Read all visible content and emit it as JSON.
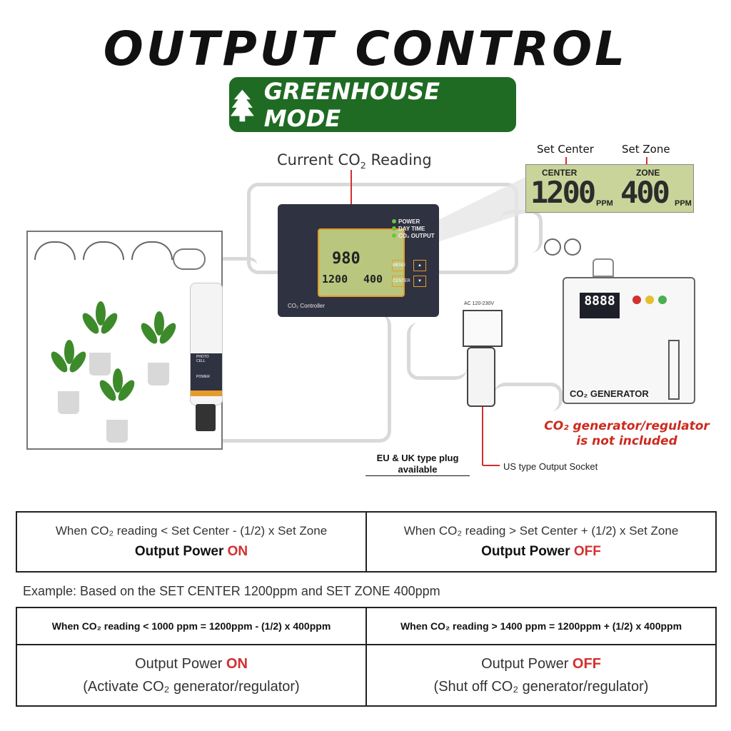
{
  "title": "OUTPUT CONTROL",
  "mode_badge": "GREENHOUSE MODE",
  "diagram": {
    "current_reading_label": "Current CO",
    "current_reading_label_tail": " Reading",
    "set_center_label": "Set Center",
    "set_zone_label": "Set Zone",
    "callout": {
      "center_tag": "CENTER",
      "zone_tag": "ZONE",
      "center_value": "1200",
      "zone_value": "400",
      "unit": "PPM"
    },
    "controller": {
      "reading": "980",
      "center": "1200",
      "zone": "400",
      "name": "CO₂ Controller",
      "indicators": [
        "POWER",
        "DAY TIME",
        "CO₂ OUTPUT"
      ],
      "buttons": [
        "MENU",
        "▲",
        "CENTER",
        "▼"
      ]
    },
    "sensor_labels": [
      "PHOTO CELL",
      "POWER"
    ],
    "socket_rating": "AC 120-230V",
    "generator_display": "8888",
    "generator_name": "CO₂ GENERATOR",
    "generator_note_line1": "CO₂ generator/regulator",
    "generator_note_line2": "is not included",
    "plug_note_line1": "EU & UK type plug",
    "plug_note_line2": "available",
    "socket_note": "US type Output Socket"
  },
  "rules": {
    "left_condition": "When CO₂ reading < Set Center - (1/2) x Set Zone",
    "left_output_prefix": "Output Power ",
    "left_output_state": "ON",
    "right_condition": "When CO₂ reading > Set Center + (1/2) x Set Zone",
    "right_output_prefix": "Output Power ",
    "right_output_state": "OFF"
  },
  "example_text": "Example: Based on the SET CENTER 1200ppm and SET ZONE 400ppm",
  "example": {
    "left_head": "When CO₂ reading < 1000 ppm = 1200ppm - (1/2) x 400ppm",
    "right_head": "When CO₂ reading > 1400 ppm = 1200ppm + (1/2) x 400ppm",
    "left_prefix": "Output Power ",
    "left_state": "ON",
    "left_detail": "(Activate CO₂ generator/regulator)",
    "right_prefix": "Output Power ",
    "right_state": "OFF",
    "right_detail": "(Shut off CO₂ generator/regulator)"
  },
  "colors": {
    "badge": "#1f6b23",
    "state": "#d32f2f",
    "note": "#cc2a1e",
    "screen": "#b9c77e"
  }
}
